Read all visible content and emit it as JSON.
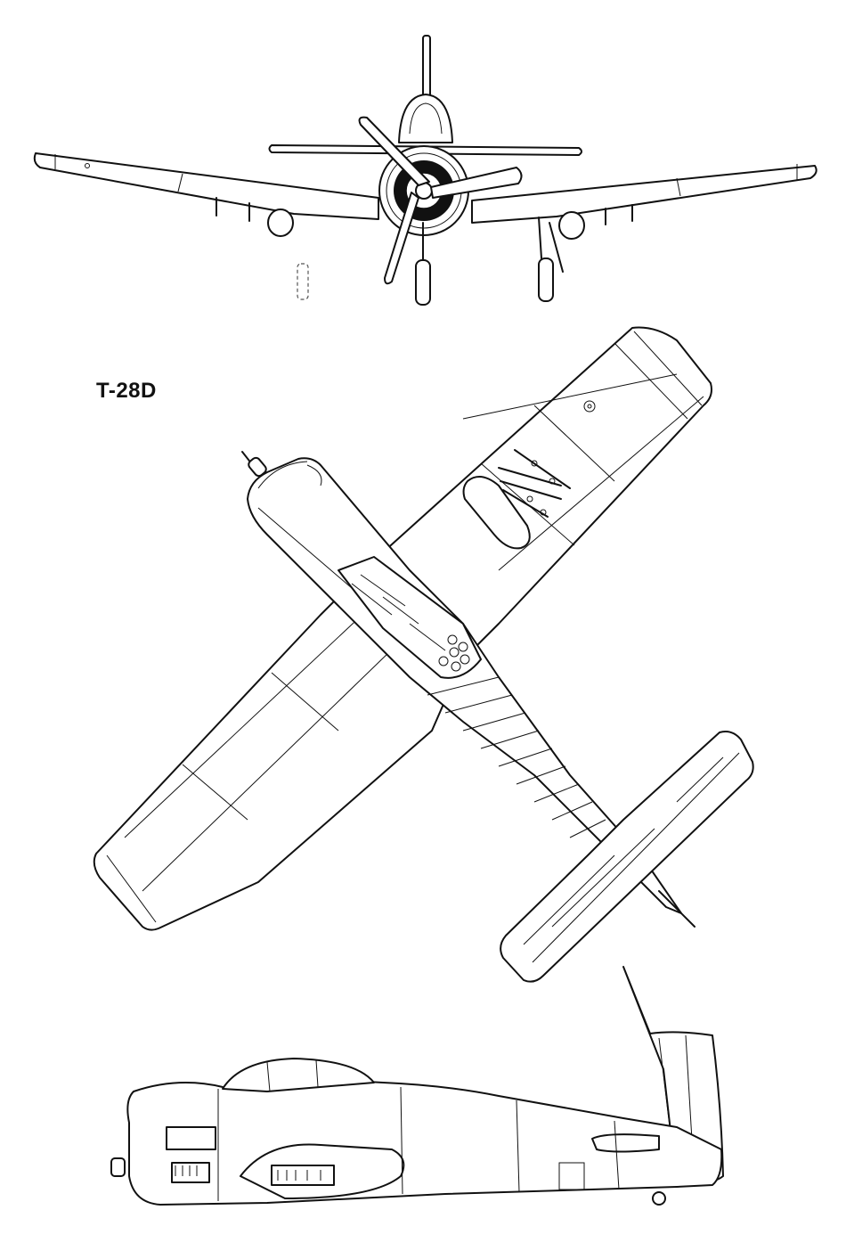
{
  "drawing": {
    "designation": "T-28D"
  },
  "views": [
    {
      "name": "front-view"
    },
    {
      "name": "top-view"
    },
    {
      "name": "side-view"
    }
  ],
  "colors": {
    "ink": "#111111",
    "paper": "#ffffff"
  }
}
